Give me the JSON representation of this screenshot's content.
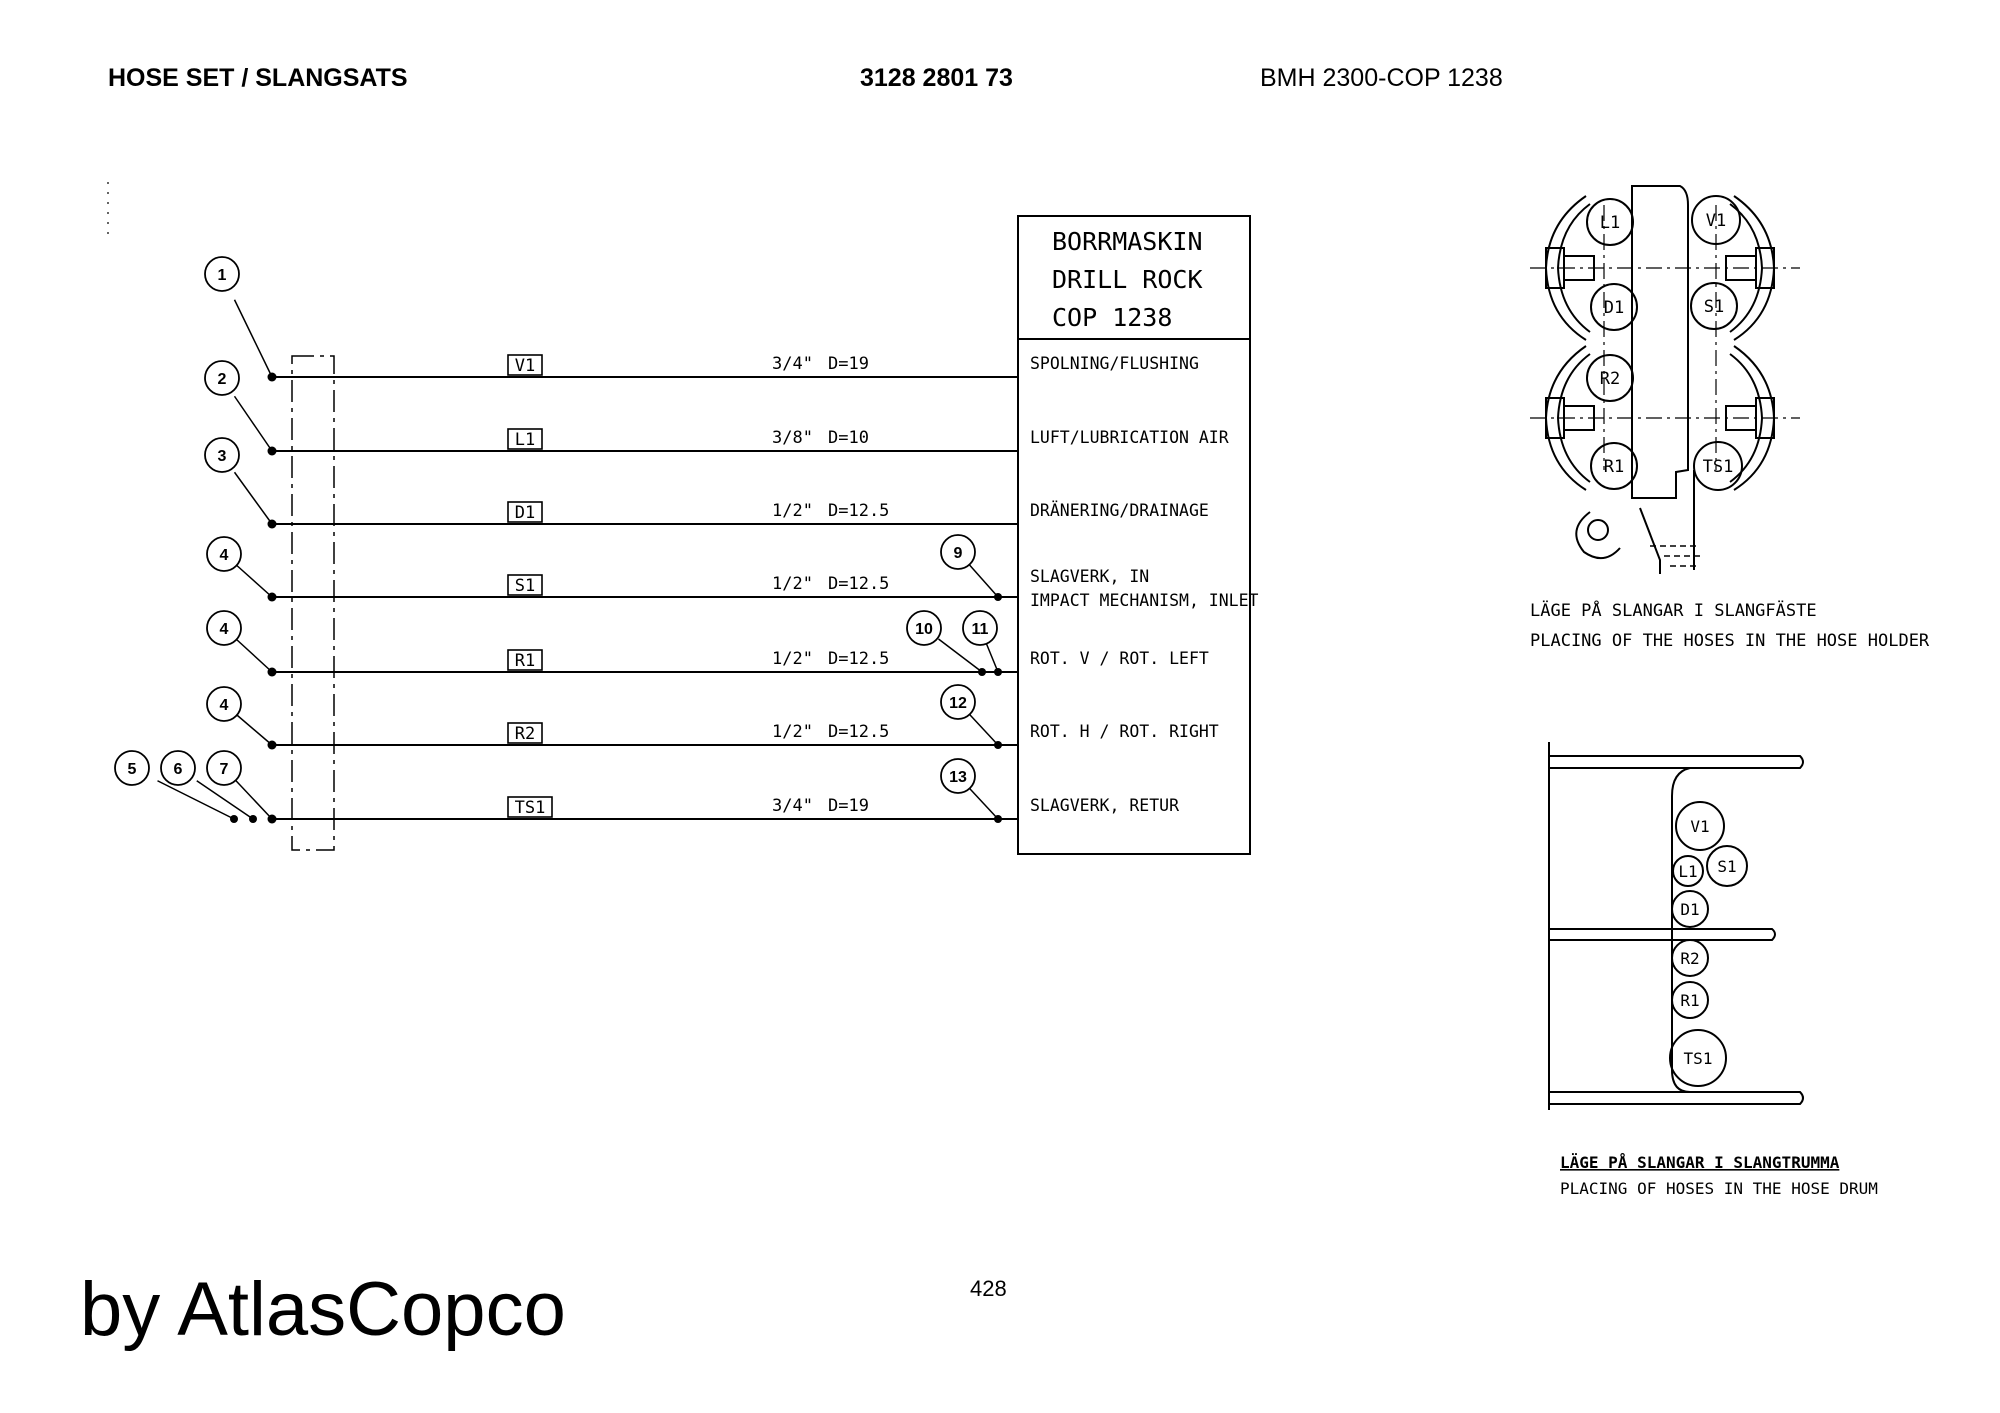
{
  "header": {
    "title": "HOSE SET / SLANGSATS",
    "part_number": "3128 2801 73",
    "model": "BMH 2300-COP 1238"
  },
  "machine": {
    "lines": [
      "BORRMASKIN",
      "DRILL ROCK",
      "COP 1238"
    ]
  },
  "hoses": [
    {
      "code": "V1",
      "size": "3/4\"",
      "diameter": "D=19",
      "function": [
        "SPOLNING/FLUSHING"
      ]
    },
    {
      "code": "L1",
      "size": "3/8\"",
      "diameter": "D=10",
      "function": [
        "LUFT/LUBRICATION AIR"
      ]
    },
    {
      "code": "D1",
      "size": "1/2\"",
      "diameter": "D=12.5",
      "function": [
        "DRÄNERING/DRAINAGE"
      ]
    },
    {
      "code": "S1",
      "size": "1/2\"",
      "diameter": "D=12.5",
      "function": [
        "SLAGVERK, IN",
        "IMPACT MECHANISM, INLET"
      ]
    },
    {
      "code": "R1",
      "size": "1/2\"",
      "diameter": "D=12.5",
      "function": [
        "ROT. V / ROT. LEFT"
      ]
    },
    {
      "code": "R2",
      "size": "1/2\"",
      "diameter": "D=12.5",
      "function": [
        "ROT. H / ROT. RIGHT"
      ]
    },
    {
      "code": "TS1",
      "size": "3/4\"",
      "diameter": "D=19",
      "function": [
        "SLAGVERK, RETUR"
      ]
    }
  ],
  "callouts_left": [
    "1",
    "2",
    "3",
    "4",
    "4",
    "4",
    "5",
    "6",
    "7"
  ],
  "callouts_right": [
    "9",
    "10",
    "11",
    "12",
    "13"
  ],
  "hose_holder": {
    "labels": [
      "L1",
      "V1",
      "D1",
      "S1",
      "R2",
      "R1",
      "TS1"
    ],
    "caption_sv": "LÄGE PÅ SLANGAR I SLANGFÄSTE",
    "caption_en": "PLACING OF THE HOSES IN THE HOSE HOLDER"
  },
  "hose_drum": {
    "labels": [
      "V1",
      "L1",
      "S1",
      "D1",
      "R2",
      "R1",
      "TS1"
    ],
    "caption_sv": "LÄGE PÅ SLANGAR I SLANGTRUMMA",
    "caption_en": "PLACING OF HOSES IN THE HOSE DRUM"
  },
  "page_number": "428",
  "brand": "by AtlasCopco"
}
